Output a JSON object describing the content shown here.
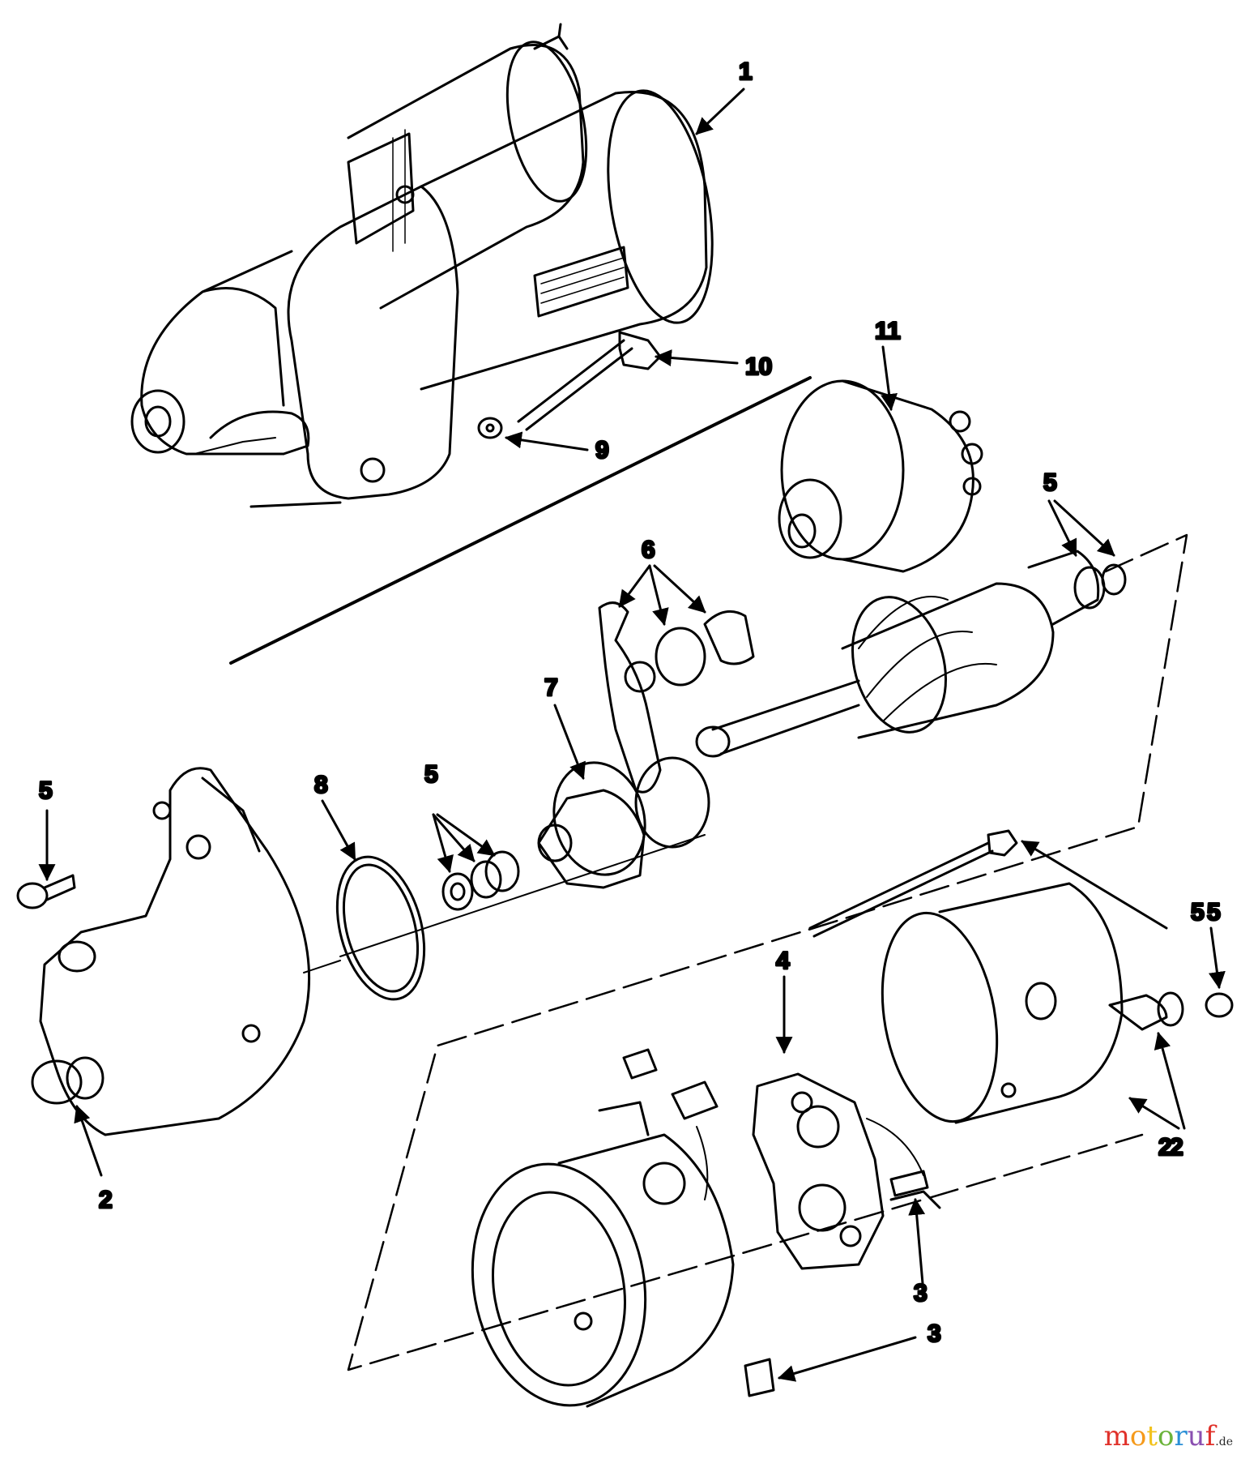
{
  "callouts": [
    {
      "id": "starter-motor",
      "label": "1"
    },
    {
      "id": "drive-end-bracket",
      "label": "2"
    },
    {
      "id": "drive-end-bracket-bushing",
      "label": "2"
    },
    {
      "id": "commutator-end-frame",
      "label": "2"
    },
    {
      "id": "brush-b",
      "label": "3"
    },
    {
      "id": "brush-a",
      "label": "3"
    },
    {
      "id": "brush-holder",
      "label": "4"
    },
    {
      "id": "screw",
      "label": "5"
    },
    {
      "id": "armature-washers",
      "label": "5"
    },
    {
      "id": "drive-retainers",
      "label": "5"
    },
    {
      "id": "through-bolt",
      "label": "5"
    },
    {
      "id": "nut",
      "label": "5"
    },
    {
      "id": "plunger-parts",
      "label": "6"
    },
    {
      "id": "drive-assembly",
      "label": "7"
    },
    {
      "id": "seal-ring",
      "label": "8"
    },
    {
      "id": "washer",
      "label": "9"
    },
    {
      "id": "bolt",
      "label": "10"
    },
    {
      "id": "solenoid",
      "label": "11"
    }
  ],
  "watermark": {
    "letters": [
      "m",
      "o",
      "t",
      "o",
      "r",
      "u",
      "f"
    ],
    "colors": [
      "#e0312a",
      "#f59a1b",
      "#f2c21c",
      "#6bb33a",
      "#2a8fd6",
      "#8a4fb0",
      "#e0312a"
    ],
    "suffix": ".de"
  }
}
